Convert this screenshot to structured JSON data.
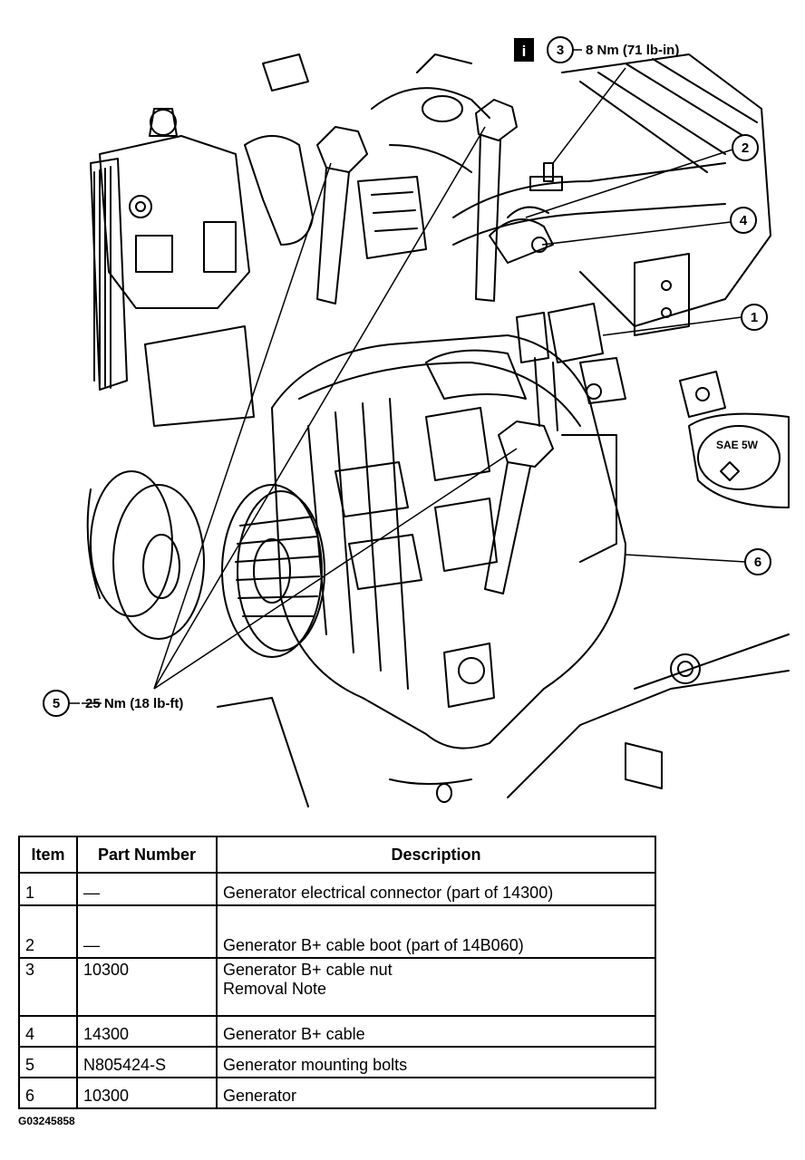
{
  "diagram": {
    "info_icon": "info-icon",
    "callouts": [
      {
        "id": "3",
        "text": "8 Nm (71 lb-in)"
      },
      {
        "id": "2",
        "text": ""
      },
      {
        "id": "4",
        "text": ""
      },
      {
        "id": "1",
        "text": ""
      },
      {
        "id": "6",
        "text": ""
      },
      {
        "id": "5",
        "text": "25 Nm (18 lb-ft)"
      }
    ],
    "oil_cap_text": "SAE 5W"
  },
  "table": {
    "headers": [
      "Item",
      "Part Number",
      "Description"
    ],
    "rows": [
      {
        "item": "1",
        "part": "—",
        "desc": [
          "Generator electrical connector (part of 14300)"
        ]
      },
      {
        "item": "2",
        "part": "—",
        "desc": [
          "Generator B+ cable boot (part of 14B060)"
        ]
      },
      {
        "item": "3",
        "part": "10300",
        "desc": [
          "Generator B+ cable nut",
          "Removal Note"
        ]
      },
      {
        "item": "4",
        "part": "14300",
        "desc": [
          "Generator B+ cable"
        ]
      },
      {
        "item": "5",
        "part": "N805424-S",
        "desc": [
          "Generator mounting bolts"
        ]
      },
      {
        "item": "6",
        "part": "10300",
        "desc": [
          "Generator"
        ]
      }
    ]
  },
  "figure_id": "G03245858"
}
